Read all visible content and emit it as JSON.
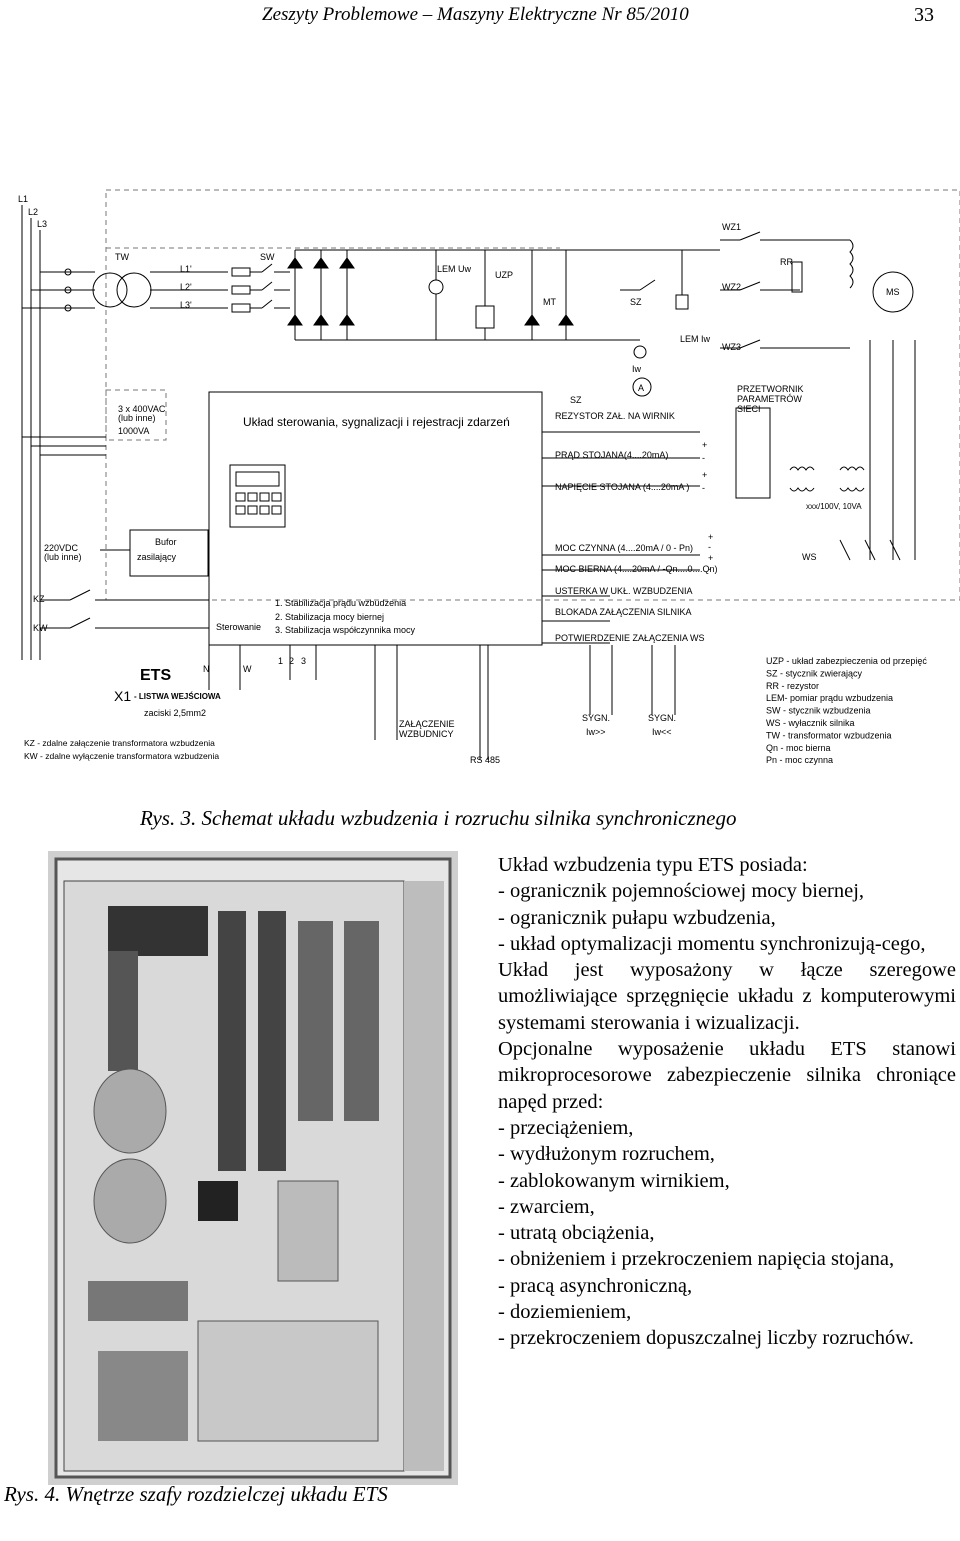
{
  "header": {
    "journal": "Zeszyty Problemowe – Maszyny Elektryczne Nr 85/2010",
    "page": "33"
  },
  "schematic": {
    "labels": {
      "l1": "L1",
      "l2": "L2",
      "l3": "L3",
      "tw": "TW",
      "l1p": "L1'",
      "l2p": "L2'",
      "l3p": "L3'",
      "sw": "SW",
      "lemuw": "LEM Uw",
      "uzp": "UZP",
      "mt": "MT",
      "sz": "SZ",
      "lemiw": "LEM Iw",
      "wz1": "WZ1",
      "wz2": "WZ2",
      "wz3": "WZ3",
      "rr": "RR",
      "ms": "MS",
      "iw": "Iw",
      "a": "A",
      "supply1": "3 x 400VAC",
      "supply2": "(lub inne)",
      "supply3": "1000VA",
      "control": "Układ sterowania, sygnalizacji i rejestracji zdarzeń",
      "sz2": "SZ",
      "rez": "REZYSTOR ZAŁ. NA WIRNIK",
      "prad": "PRĄD STOJANA(4....20mA)",
      "napiecie": "NAPIĘCIE STOJANA (4....20mA )",
      "plus": "+",
      "minus": "-",
      "przet1": "PRZETWORNIK",
      "przet2": "PARAMETRÓW",
      "przet3": "SIECI",
      "vt": "xxx/100V, 10VA",
      "dc1": "220VDC",
      "dc2": "(lub inne)",
      "bufor1": "Bufor",
      "bufor2": "zasilający",
      "moc1": "MOC CZYNNA (4....20mA / 0 - Pn)",
      "moc2": "MOC BIERNA (4....20mA / -Qn....0....Qn)",
      "ws": "WS",
      "kz": "KZ",
      "kw": "KW",
      "sterowanie": "Sterowanie",
      "stab1": "1. Stabilizacja prądu wzbudzenia",
      "stab2": "2. Stabilizacja mocy biernej",
      "stab3": "3. Stabilizacja współczynnika mocy",
      "usterka": "USTERKA W UKŁ. WZBUDZENIA",
      "blokada": "BLOKADA ZAŁĄCZENIA SILNIKA",
      "potw": "POTWIERDZENIE ZAŁĄCZENIA WS",
      "ets": "ETS",
      "x1": "X1",
      "listwa": "- LISTWA WEJŚCIOWA",
      "zaciski": "zaciski 2,5mm2",
      "n": "N",
      "w": "W",
      "t1": "1",
      "t2": "2",
      "t3": "3",
      "zal1": "ZAŁĄCZENIE",
      "zal2": "WZBUDNICY",
      "rs": "RS 485",
      "sygn": "SYGN.",
      "iwgt": "Iw>>",
      "iwlt": "Iw<<",
      "kzdesc": "KZ - zdalne załączenie transformatora wzbudzenia",
      "kwdesc": "KW - zdalne wyłączenie transformatora wzbudzenia"
    },
    "legend": [
      "UZP - układ zabezpieczenia od przepięć",
      "SZ - stycznik zwierający",
      "RR - rezystor",
      "LEM- pomiar prądu wzbudzenia",
      "SW - stycznik wzbudzenia",
      "WS - wyłacznik silnika",
      "TW - transformator wzbudzenia",
      "Qn - moc bierna",
      "Pn - moc czynna"
    ]
  },
  "caption1": "Rys. 3. Schemat układu wzbudzenia i rozruchu silnika synchronicznego",
  "caption2": "Rys. 4. Wnętrze szafy rozdzielczej układu ETS",
  "text": {
    "intro": "Układ wzbudzenia typu ETS posiada:",
    "features": [
      "- ogranicznik pojemnościowej mocy biernej,",
      "- ogranicznik pułapu wzbudzenia,",
      "- układ optymalizacji momentu synchronizują-cego,"
    ],
    "para2": "Układ jest wyposażony w łącze szeregowe umożliwiające sprzęgnięcie układu z komputerowymi systemami sterowania i wizualizacji.",
    "para3": "Opcjonalne wyposażenie układu ETS stanowi mikroprocesorowe zabezpieczenie silnika chroniące napęd przed:",
    "protections": [
      "- przeciążeniem,",
      "- wydłużonym rozruchem,",
      "- zablokowanym wirnikiem,",
      "- zwarciem,",
      "- utratą obciążenia,",
      "- obniżeniem i przekroczeniem napięcia stojana,",
      "- pracą asynchroniczną,",
      "- doziemieniem,",
      "- przekroczeniem dopuszczalnej liczby rozruchów."
    ]
  }
}
